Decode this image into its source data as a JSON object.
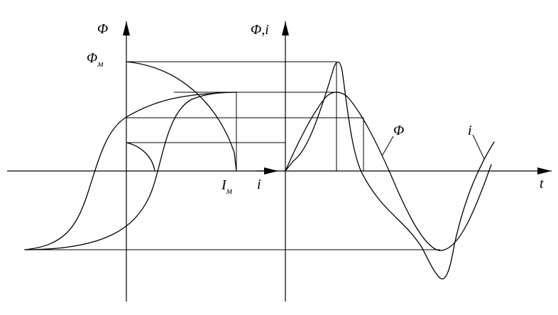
{
  "labels": {
    "left_axis": "Φ",
    "right_axis": "Φ,i",
    "phi_max_main": "Φ",
    "phi_max_sub": "м",
    "i_max_main": "I",
    "i_max_sub": "м",
    "i_axis": "i",
    "t_axis": "t",
    "phi_curve": "Φ",
    "i_curve": "i"
  },
  "colors": {
    "ink": "#000000",
    "background": "#ffffff"
  }
}
